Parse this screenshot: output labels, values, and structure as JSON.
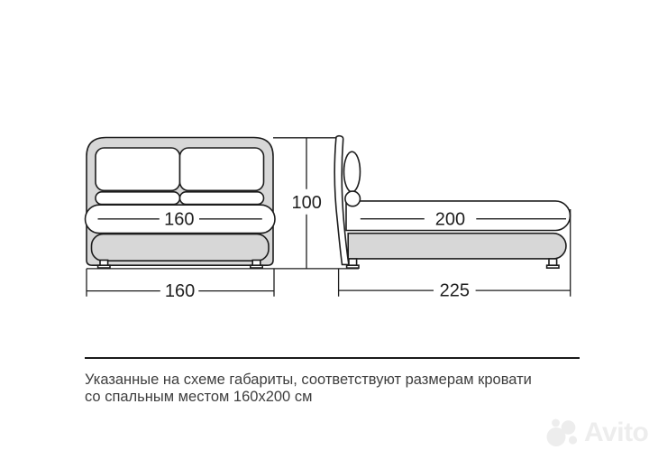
{
  "dimensions": {
    "mattress_width": "160",
    "bed_height": "100",
    "mattress_length": "200",
    "overall_width": "160",
    "overall_length": "225"
  },
  "caption": {
    "line1": "Указанные на схеме габариты, соответствуют размерам кровати",
    "line2": "со спальным местом 160х200 см"
  },
  "watermark": {
    "brand": "Avito"
  },
  "colors": {
    "upholstery_gray": "#d7d7d7",
    "outline": "#1d1d1d",
    "caption_text": "#3e3e3e",
    "watermark_gray": "#ededed"
  }
}
